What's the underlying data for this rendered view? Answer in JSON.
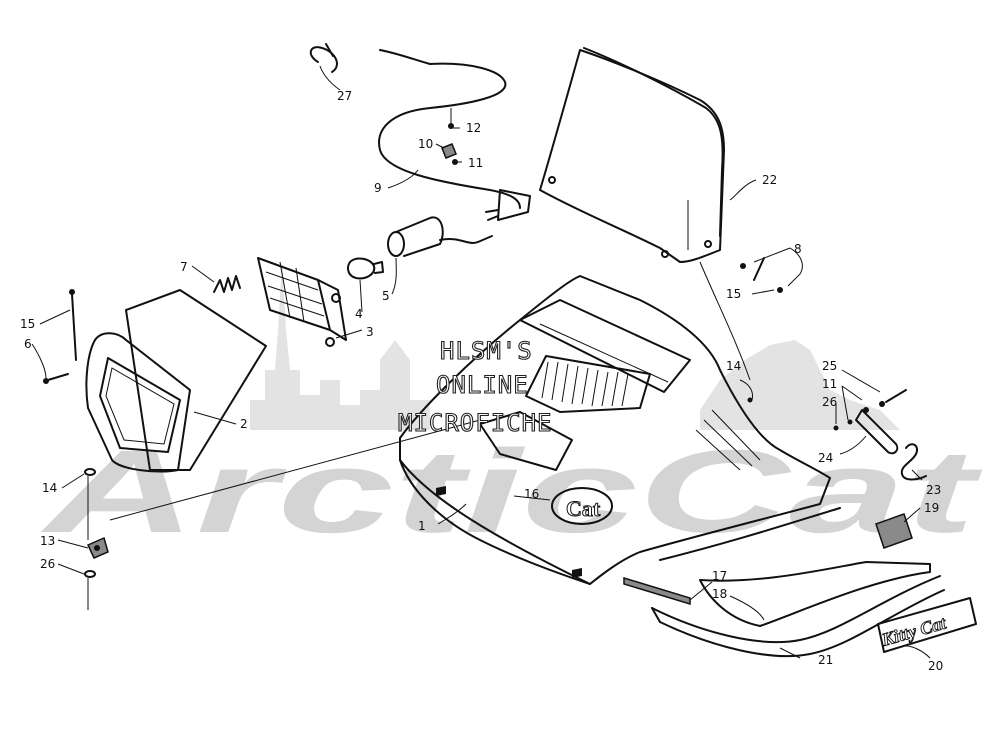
{
  "watermark": {
    "line1": "HLSM'S",
    "line2": "ONLINE",
    "line3": "MICROFICHE",
    "background_logo": "ArcticCat"
  },
  "decal_texts": {
    "hood_decal": "Cat",
    "side_decal": "Kitty Cat"
  },
  "callouts": [
    "27",
    "12",
    "10",
    "11",
    "9",
    "22",
    "7",
    "5",
    "4",
    "3",
    "8",
    "15",
    "15",
    "6",
    "2",
    "14",
    "25",
    "11",
    "26",
    "24",
    "23",
    "19",
    "16",
    "1",
    "14",
    "13",
    "26",
    "17",
    "18",
    "21",
    "20"
  ]
}
